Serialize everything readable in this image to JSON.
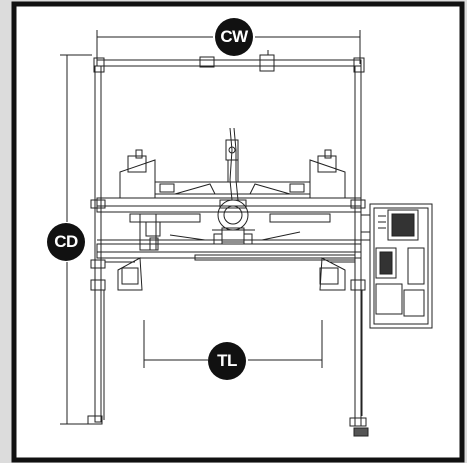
{
  "labels": {
    "cw": "CW",
    "cd": "CD",
    "tl": "TL"
  },
  "colors": {
    "frame": "#111111",
    "line": "#222222",
    "background": "#ffffff",
    "shade": "#e6e6e6",
    "gray_panel": "#dcdcdc"
  }
}
